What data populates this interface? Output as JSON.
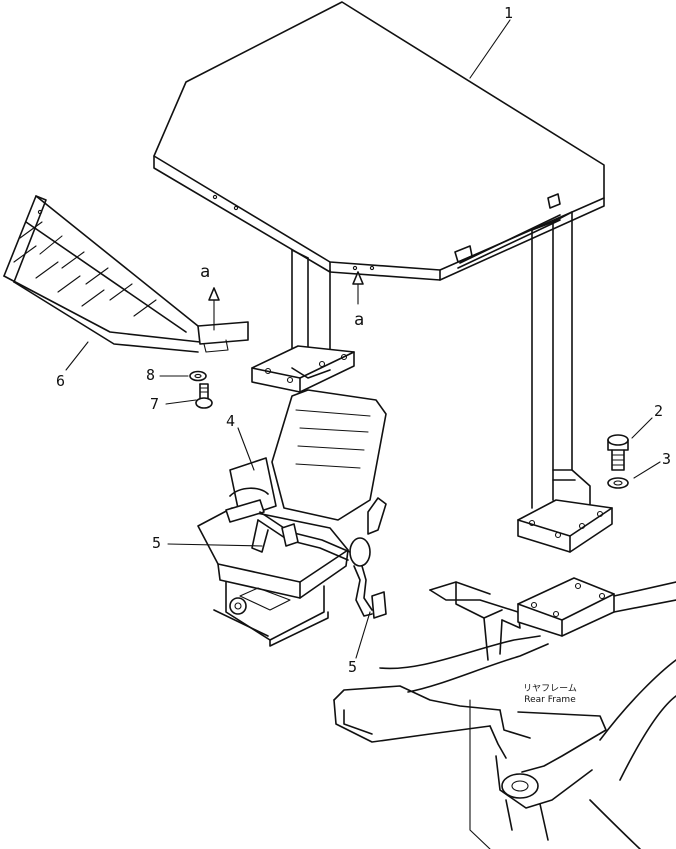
{
  "callouts": {
    "c1": "1",
    "c2": "2",
    "c3": "3",
    "c4": "4",
    "c5_upper": "5",
    "c5_lower": "5",
    "c6": "6",
    "c7": "7",
    "c8": "8",
    "a_upper": "a",
    "a_lower": "a"
  },
  "rear_frame_label": {
    "japanese": "リヤフレーム",
    "english": "Rear Frame"
  },
  "colors": {
    "ink": "#111111",
    "paper": "#ffffff"
  }
}
